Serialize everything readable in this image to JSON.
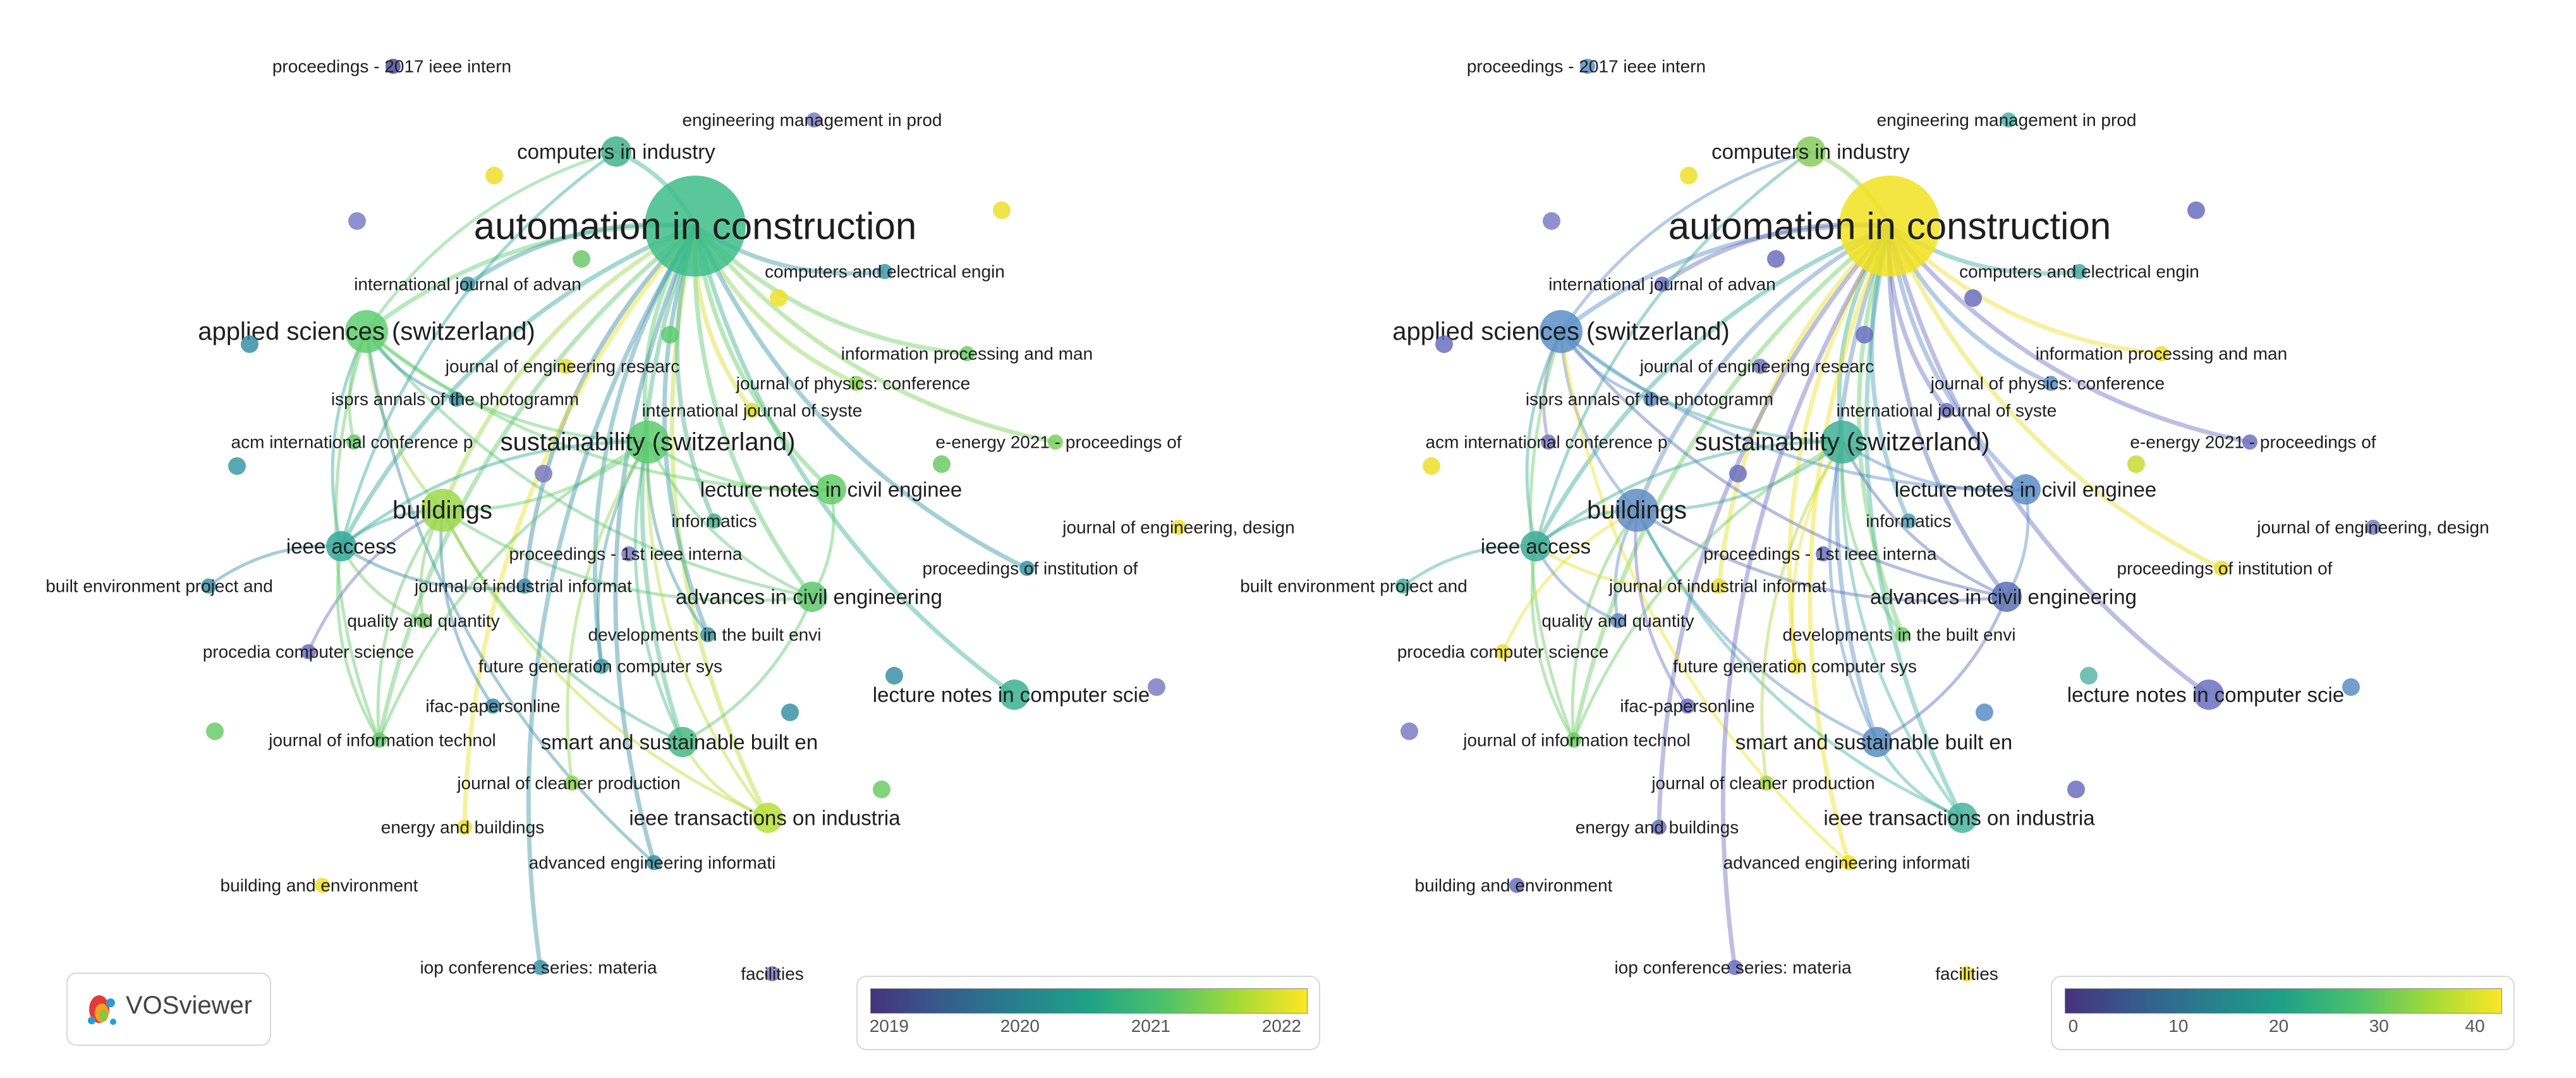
{
  "panels": [
    {
      "id": "year",
      "nodes": [
        {
          "label": "automation in construction",
          "size": "xl",
          "color": "#3dbd8a",
          "labelSize": "xl"
        },
        {
          "label": "applied sciences (switzerland)",
          "size": "l",
          "color": "#5fcf71",
          "labelSize": "l"
        },
        {
          "label": "buildings",
          "size": "l",
          "color": "#9dd84a",
          "labelSize": "l"
        },
        {
          "label": "sustainability (switzerland)",
          "size": "l",
          "color": "#5acb6f",
          "labelSize": "l"
        },
        {
          "label": "ieee access",
          "size": "m",
          "color": "#34a89a",
          "labelSize": "m"
        },
        {
          "label": "smart and sustainable built en",
          "size": "m",
          "color": "#49b884",
          "labelSize": "m"
        },
        {
          "label": "advances in civil engineering",
          "size": "m",
          "color": "#5ec86f",
          "labelSize": "m"
        },
        {
          "label": "ieee transactions on industria",
          "size": "m",
          "color": "#b9de3a",
          "labelSize": "m"
        },
        {
          "label": "lecture notes in computer scie",
          "size": "m",
          "color": "#3bb28f",
          "labelSize": "m"
        },
        {
          "label": "lecture notes in civil enginee",
          "size": "m",
          "color": "#62cc67",
          "labelSize": "m"
        },
        {
          "label": "computers in industry",
          "size": "m",
          "color": "#41b38c",
          "labelSize": "m"
        },
        {
          "label": "proceedings - 2017 ieee intern",
          "size": "s",
          "color": "#4a4f9a",
          "labelSize": "s"
        },
        {
          "label": "engineering management in prod",
          "size": "s",
          "color": "#7b7cc4",
          "labelSize": "s"
        },
        {
          "label": "computers and electrical engin",
          "size": "s",
          "color": "#3e9aa8",
          "labelSize": "s"
        },
        {
          "label": "international journal of advan",
          "size": "s",
          "color": "#3e96a5",
          "labelSize": "s"
        },
        {
          "label": "information processing and man",
          "size": "s",
          "color": "#6fcf63",
          "labelSize": "s"
        },
        {
          "label": "journal of engineering researc",
          "size": "s",
          "color": "#e3de2a",
          "labelSize": "s"
        },
        {
          "label": "journal of physics: conference",
          "size": "s",
          "color": "#8dd451",
          "labelSize": "s"
        },
        {
          "label": "isprs annals of the photogramm",
          "size": "s",
          "color": "#2f8fa2",
          "labelSize": "s"
        },
        {
          "label": "international journal of syste",
          "size": "s",
          "color": "#d9dd2d",
          "labelSize": "s"
        },
        {
          "label": "acm international conference p",
          "size": "s",
          "color": "#6cc86a",
          "labelSize": "s"
        },
        {
          "label": "e-energy 2021 - proceedings of",
          "size": "s",
          "color": "#79d15c",
          "labelSize": "s"
        },
        {
          "label": "journal of engineering, design",
          "size": "s",
          "color": "#efe02a",
          "labelSize": "s"
        },
        {
          "label": "informatics",
          "size": "s",
          "color": "#46b08f",
          "labelSize": "s"
        },
        {
          "label": "proceedings - 1st ieee interna",
          "size": "s",
          "color": "#7a7ac2",
          "labelSize": "s"
        },
        {
          "label": "built environment project and",
          "size": "s",
          "color": "#3c8fa6",
          "labelSize": "s"
        },
        {
          "label": "journal of industrial informat",
          "size": "s",
          "color": "#3b88a7",
          "labelSize": "s"
        },
        {
          "label": "proceedings of institution of",
          "size": "s",
          "color": "#3a94a5",
          "labelSize": "s"
        },
        {
          "label": "quality and quantity",
          "size": "s",
          "color": "#71c863",
          "labelSize": "s"
        },
        {
          "label": "developments in the built envi",
          "size": "s",
          "color": "#3b94a5",
          "labelSize": "s"
        },
        {
          "label": "procedia computer science",
          "size": "s",
          "color": "#6d6fc0",
          "labelSize": "s"
        },
        {
          "label": "future generation computer sys",
          "size": "s",
          "color": "#3d9aa8",
          "labelSize": "s"
        },
        {
          "label": "ifac-papersonline",
          "size": "s",
          "color": "#3b8aa7",
          "labelSize": "s"
        },
        {
          "label": "journal of information technol",
          "size": "s",
          "color": "#63c86a",
          "labelSize": "s"
        },
        {
          "label": "journal of cleaner production",
          "size": "s",
          "color": "#92d44f",
          "labelSize": "s"
        },
        {
          "label": "energy and buildings",
          "size": "s",
          "color": "#ebe028",
          "labelSize": "s"
        },
        {
          "label": "advanced engineering informati",
          "size": "s",
          "color": "#3a8fa6",
          "labelSize": "s"
        },
        {
          "label": "building and environment",
          "size": "s",
          "color": "#efe02a",
          "labelSize": "s"
        },
        {
          "label": "iop conference series: materia",
          "size": "s",
          "color": "#3d95a8",
          "labelSize": "s"
        },
        {
          "label": "facilities",
          "size": "s",
          "color": "#7a7ac4",
          "labelSize": "s"
        }
      ],
      "legend": {
        "ticks": [
          "2019",
          "2020",
          "2021",
          "2022"
        ],
        "gradient": [
          "#46327e",
          "#365c8d",
          "#277f8e",
          "#1fa187",
          "#4ac16d",
          "#a0da39",
          "#fde725"
        ]
      }
    },
    {
      "id": "count",
      "nodes": [
        {
          "label": "automation in construction",
          "size": "xl",
          "color": "#f2e21f",
          "labelSize": "xl"
        },
        {
          "label": "applied sciences (switzerland)",
          "size": "l",
          "color": "#5b8fc8",
          "labelSize": "l"
        },
        {
          "label": "buildings",
          "size": "l",
          "color": "#5f8dc4",
          "labelSize": "l"
        },
        {
          "label": "sustainability (switzerland)",
          "size": "l",
          "color": "#40b097",
          "labelSize": "l"
        },
        {
          "label": "ieee access",
          "size": "m",
          "color": "#3aab96",
          "labelSize": "m"
        },
        {
          "label": "smart and sustainable built en",
          "size": "m",
          "color": "#5a8ec4",
          "labelSize": "m"
        },
        {
          "label": "advances in civil engineering",
          "size": "m",
          "color": "#5870b5",
          "labelSize": "m"
        },
        {
          "label": "ieee transactions on industria",
          "size": "m",
          "color": "#45b49d",
          "labelSize": "m"
        },
        {
          "label": "lecture notes in computer scie",
          "size": "m",
          "color": "#6a6ebf",
          "labelSize": "m"
        },
        {
          "label": "lecture notes in civil enginee",
          "size": "m",
          "color": "#5b8cc7",
          "labelSize": "m"
        },
        {
          "label": "computers in industry",
          "size": "m",
          "color": "#86cc5c",
          "labelSize": "m"
        },
        {
          "label": "proceedings - 2017 ieee intern",
          "size": "s",
          "color": "#5b8ec8",
          "labelSize": "s"
        },
        {
          "label": "engineering management in prod",
          "size": "s",
          "color": "#48b6a8",
          "labelSize": "s"
        },
        {
          "label": "computers and electrical engin",
          "size": "s",
          "color": "#44aaa1",
          "labelSize": "s"
        },
        {
          "label": "international journal of advan",
          "size": "s",
          "color": "#6d70c0",
          "labelSize": "s"
        },
        {
          "label": "information processing and man",
          "size": "s",
          "color": "#eedf2a",
          "labelSize": "s"
        },
        {
          "label": "journal of engineering researc",
          "size": "s",
          "color": "#6f74c2",
          "labelSize": "s"
        },
        {
          "label": "journal of physics: conference",
          "size": "s",
          "color": "#5a8ec6",
          "labelSize": "s"
        },
        {
          "label": "isprs annals of the photogramm",
          "size": "s",
          "color": "#5b8bc7",
          "labelSize": "s"
        },
        {
          "label": "international journal of syste",
          "size": "s",
          "color": "#6e70c1",
          "labelSize": "s"
        },
        {
          "label": "acm international conference p",
          "size": "s",
          "color": "#7577c4",
          "labelSize": "s"
        },
        {
          "label": "e-energy 2021 - proceedings of",
          "size": "s",
          "color": "#6f71c1",
          "labelSize": "s"
        },
        {
          "label": "journal of engineering, design",
          "size": "s",
          "color": "#7779c4",
          "labelSize": "s"
        },
        {
          "label": "informatics",
          "size": "s",
          "color": "#4fa0b8",
          "labelSize": "s"
        },
        {
          "label": "proceedings - 1st ieee interna",
          "size": "s",
          "color": "#6b6fc0",
          "labelSize": "s"
        },
        {
          "label": "built environment project and",
          "size": "s",
          "color": "#44ad98",
          "labelSize": "s"
        },
        {
          "label": "journal of industrial informat",
          "size": "s",
          "color": "#e6de2c",
          "labelSize": "s"
        },
        {
          "label": "proceedings of institution of",
          "size": "s",
          "color": "#e7de2b",
          "labelSize": "s"
        },
        {
          "label": "quality and quantity",
          "size": "s",
          "color": "#5a8dc6",
          "labelSize": "s"
        },
        {
          "label": "developments in the built envi",
          "size": "s",
          "color": "#6dcc66",
          "labelSize": "s"
        },
        {
          "label": "procedia computer science",
          "size": "s",
          "color": "#ede02a",
          "labelSize": "s"
        },
        {
          "label": "future generation computer sys",
          "size": "s",
          "color": "#f0e02a",
          "labelSize": "s"
        },
        {
          "label": "ifac-papersonline",
          "size": "s",
          "color": "#6d70c0",
          "labelSize": "s"
        },
        {
          "label": "journal of information technol",
          "size": "s",
          "color": "#6ccb66",
          "labelSize": "s"
        },
        {
          "label": "journal of cleaner production",
          "size": "s",
          "color": "#a8d844",
          "labelSize": "s"
        },
        {
          "label": "energy and buildings",
          "size": "s",
          "color": "#6d70c0",
          "labelSize": "s"
        },
        {
          "label": "advanced engineering informati",
          "size": "s",
          "color": "#f2e11f",
          "labelSize": "s"
        },
        {
          "label": "building and environment",
          "size": "s",
          "color": "#6a6fc0",
          "labelSize": "s"
        },
        {
          "label": "iop conference series: materia",
          "size": "s",
          "color": "#6d70c0",
          "labelSize": "s"
        },
        {
          "label": "facilities",
          "size": "s",
          "color": "#eedf2a",
          "labelSize": "s"
        }
      ],
      "legend": {
        "ticks": [
          "0",
          "10",
          "20",
          "30",
          "40"
        ],
        "gradient": [
          "#46327e",
          "#365c8d",
          "#277f8e",
          "#1fa187",
          "#4ac16d",
          "#a0da39",
          "#fde725"
        ]
      }
    }
  ],
  "brand": {
    "name": "VOSviewer"
  }
}
